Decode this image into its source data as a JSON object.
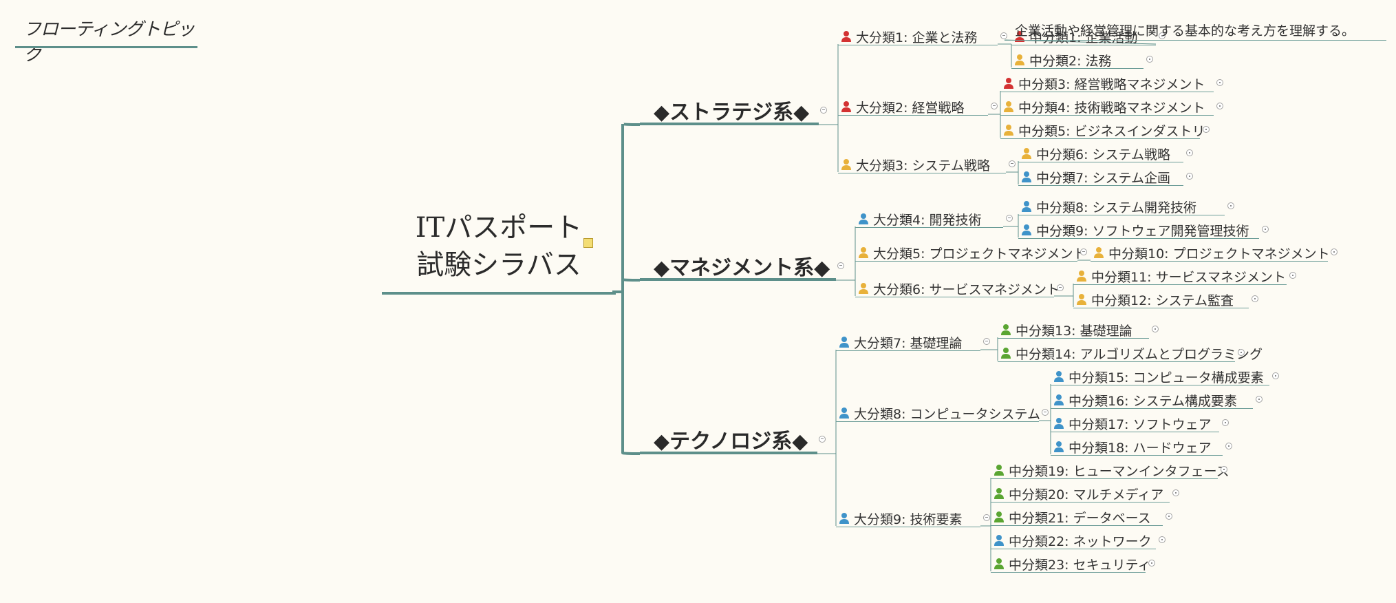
{
  "floating_topic": "フローティングトピック",
  "central": {
    "line1": "ITパスポート",
    "line2": "試験シラバス"
  },
  "colors": {
    "red": "#d33232",
    "orange": "#e8b13a",
    "blue": "#3f93c9",
    "green": "#5aa532",
    "line": "#5d8f8a"
  },
  "icons": {
    "person": "person-icon",
    "note": "note-icon",
    "collapse": "collapse-toggle-icon",
    "expand": "expand-toggle-icon"
  },
  "main": [
    {
      "label": "◆ストラテジ系◆"
    },
    {
      "label": "◆マネジメント系◆"
    },
    {
      "label": "◆テクノロジ系◆"
    }
  ],
  "major": [
    {
      "label": "大分類1: 企業と法務",
      "color": "red"
    },
    {
      "label": "大分類2: 経営戦略",
      "color": "red"
    },
    {
      "label": "大分類3: システム戦略",
      "color": "orange"
    },
    {
      "label": "大分類4: 開発技術",
      "color": "blue"
    },
    {
      "label": "大分類5: プロジェクトマネジメント",
      "color": "orange"
    },
    {
      "label": "大分類6: サービスマネジメント",
      "color": "orange"
    },
    {
      "label": "大分類7: 基礎理論",
      "color": "blue"
    },
    {
      "label": "大分類8: コンピュータシステム",
      "color": "blue"
    },
    {
      "label": "大分類9: 技術要素",
      "color": "blue"
    }
  ],
  "middle": [
    {
      "label": "中分類1: 企業活動",
      "color": "red"
    },
    {
      "label": "中分類2: 法務",
      "color": "orange"
    },
    {
      "label": "中分類3: 経営戦略マネジメント",
      "color": "red"
    },
    {
      "label": "中分類4: 技術戦略マネジメント",
      "color": "orange"
    },
    {
      "label": "中分類5: ビジネスインダストリ",
      "color": "orange"
    },
    {
      "label": "中分類6: システム戦略",
      "color": "orange"
    },
    {
      "label": "中分類7: システム企画",
      "color": "blue"
    },
    {
      "label": "中分類8: システム開発技術",
      "color": "blue"
    },
    {
      "label": "中分類9: ソフトウェア開発管理技術",
      "color": "blue"
    },
    {
      "label": "中分類10: プロジェクトマネジメント",
      "color": "orange"
    },
    {
      "label": "中分類11: サービスマネジメント",
      "color": "orange"
    },
    {
      "label": "中分類12: システム監査",
      "color": "orange"
    },
    {
      "label": "中分類13: 基礎理論",
      "color": "green"
    },
    {
      "label": "中分類14: アルゴリズムとプログラミング",
      "color": "green"
    },
    {
      "label": "中分類15: コンピュータ構成要素",
      "color": "blue"
    },
    {
      "label": "中分類16: システム構成要素",
      "color": "blue"
    },
    {
      "label": "中分類17: ソフトウェア",
      "color": "blue"
    },
    {
      "label": "中分類18: ハードウェア",
      "color": "blue"
    },
    {
      "label": "中分類19: ヒューマンインタフェース",
      "color": "green"
    },
    {
      "label": "中分類20: マルチメディア",
      "color": "green"
    },
    {
      "label": "中分類21: データベース",
      "color": "green"
    },
    {
      "label": "中分類22: ネットワーク",
      "color": "blue"
    },
    {
      "label": "中分類23: セキュリティ",
      "color": "green"
    }
  ],
  "description": "企業活動や経営管理に関する基本的な考え方を理解する。"
}
